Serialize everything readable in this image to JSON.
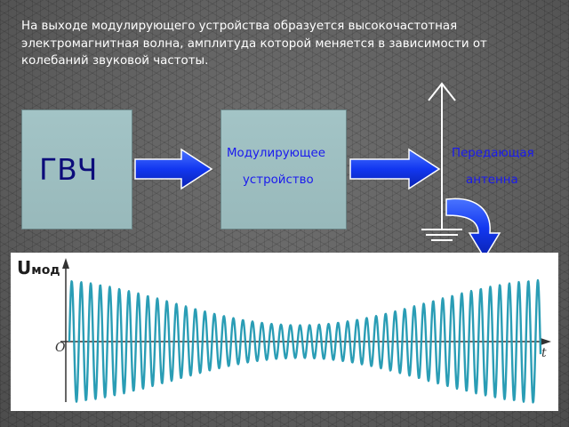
{
  "intro_text": "На выходе модулирующего устройства образуется высокочастотная электромагнитная волна, амплитуда которой меняется в зависимости от колебаний звуковой частоты.",
  "blocks": {
    "generator": {
      "label": "ГВЧ"
    },
    "modulator": {
      "label_line1": "Модулирующее",
      "label_line2": "устройство"
    },
    "antenna": {
      "label_line1": "Передающая",
      "label_line2": "антенна"
    }
  },
  "graph": {
    "y_label_main": "U",
    "y_label_sub": "мод",
    "x_label": "t",
    "origin_label": "O",
    "wave_color": "#2a9db5"
  },
  "colors": {
    "box_fill": "#9fc0c2",
    "arrow_blue": "#1237f0",
    "label_blue": "#1a1aee"
  }
}
